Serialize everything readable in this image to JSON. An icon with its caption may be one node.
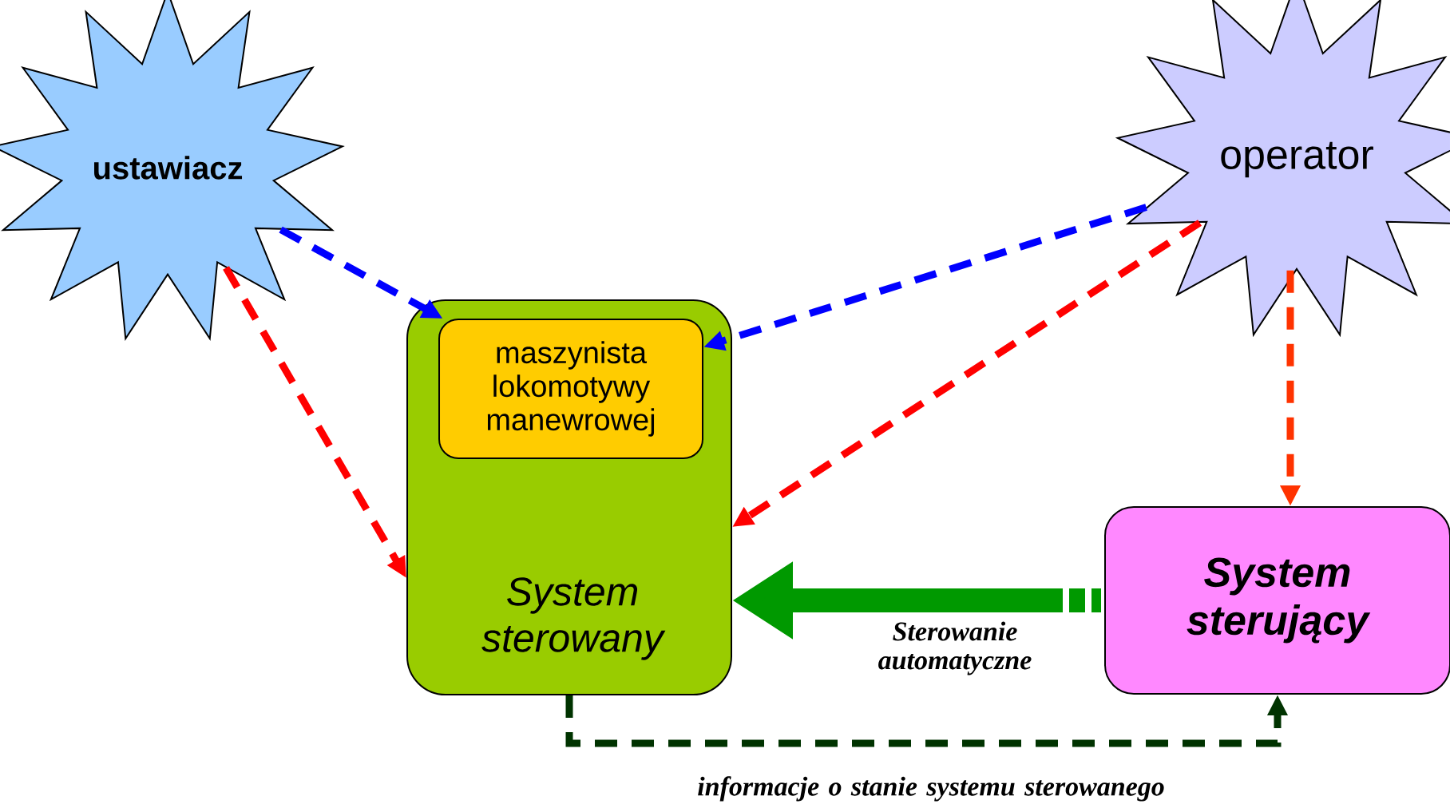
{
  "diagram": {
    "nodes": [
      {
        "text": [
          "ustawiacz"
        ]
      },
      {
        "text": [
          "operator"
        ]
      },
      {
        "text": [
          "System sterowany"
        ]
      },
      {
        "text": [
          "maszynista lokomotywy manewrowej"
        ],
        "in": 2
      },
      {
        "text": [
          "System sterujący"
        ]
      }
    ],
    "edges": [
      {
        "from": 0,
        "to": 3,
        "arrow": "to",
        "style": "dashed",
        "color": "#0000ff"
      },
      {
        "from": 0,
        "to": 2,
        "arrow": "to",
        "style": "dashed",
        "color": "#ff0000"
      },
      {
        "from": 1,
        "to": 3,
        "arrow": "to",
        "style": "dashed",
        "color": "#0000ff"
      },
      {
        "from": 1,
        "to": 2,
        "arrow": "to",
        "style": "dashed",
        "color": "#ff0000"
      },
      {
        "from": 1,
        "to": 4,
        "arrow": "to",
        "style": "dashed",
        "color": "#ff3300"
      },
      {
        "from": 4,
        "to": 2,
        "arrow": "to",
        "style": "thick",
        "color": "#009900",
        "label": "Sterowanie automatyczne"
      },
      {
        "from": 2,
        "to": 4,
        "arrow": "to",
        "style": "dashed",
        "color": "#003300",
        "label": "informacje o stanie systemu sterowanego"
      }
    ]
  }
}
